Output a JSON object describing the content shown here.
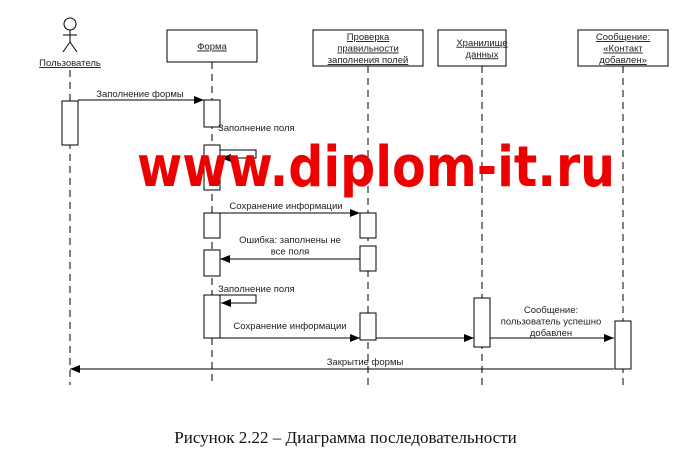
{
  "diagram": {
    "type": "sequence",
    "participants": [
      {
        "id": "user",
        "label": [
          "Пользователь"
        ],
        "kind": "actor"
      },
      {
        "id": "form",
        "label": [
          "Форма"
        ],
        "kind": "object"
      },
      {
        "id": "check",
        "label": [
          "Проверка",
          "правильности",
          "заполнения полей"
        ],
        "kind": "object"
      },
      {
        "id": "store",
        "label": [
          "Хранилище",
          "данных"
        ],
        "kind": "object"
      },
      {
        "id": "msg",
        "label": [
          "Сообщение:",
          "«Контакт",
          "добавлен»"
        ],
        "kind": "object"
      }
    ],
    "messages": [
      {
        "from": "user",
        "to": "form",
        "label": [
          "Заполнение формы"
        ]
      },
      {
        "from": "form",
        "to": "form",
        "label": [
          "Заполнение поля"
        ]
      },
      {
        "from": "form",
        "to": "check",
        "label": [
          "Сохранение информации"
        ]
      },
      {
        "from": "check",
        "to": "form",
        "label": [
          "Ошибка: заполнены не",
          "все поля"
        ]
      },
      {
        "from": "form",
        "to": "form",
        "label": [
          "Заполнение поля"
        ]
      },
      {
        "from": "form",
        "to": "check",
        "label": [
          "Сохранение информации"
        ]
      },
      {
        "from": "check",
        "to": "store",
        "label": []
      },
      {
        "from": "store",
        "to": "msg",
        "label": [
          "Сообщение:",
          "пользователь успешно",
          "добавлен"
        ]
      },
      {
        "from": "msg",
        "to": "user",
        "label": [
          "Закрытие формы"
        ]
      }
    ]
  },
  "watermark": {
    "text": "www.diplom-it.ru",
    "color": "#ee0000"
  },
  "caption": "Рисунок 2.22 – Диаграмма последовательности"
}
